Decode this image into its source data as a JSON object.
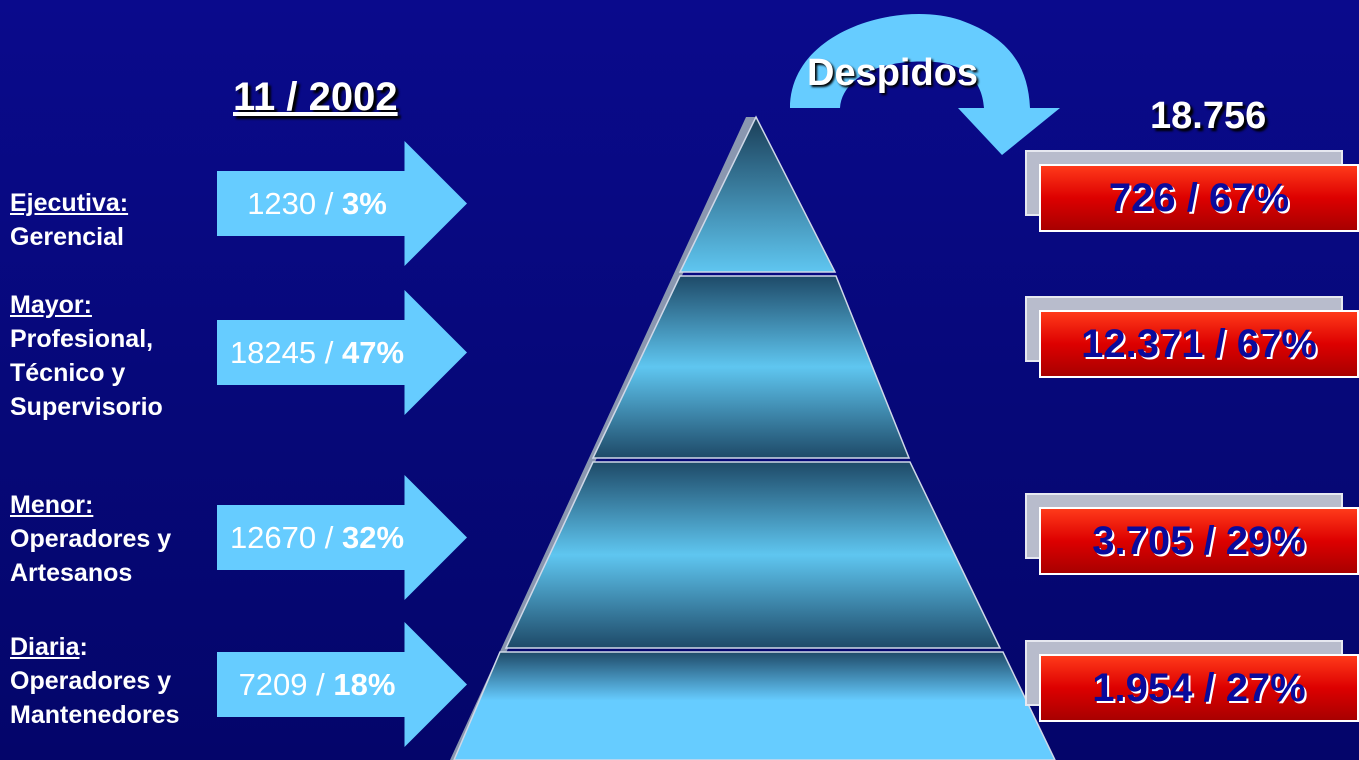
{
  "header": {
    "date": "11 / 2002",
    "total": "18.756",
    "despidos": "Despidos"
  },
  "categories": [
    {
      "head": "Ejecutiva:",
      "lines": [
        "Gerencial"
      ],
      "value": "1230",
      "sep": " / ",
      "pct": "3%",
      "result": "726 / 67%"
    },
    {
      "head": "Mayor:",
      "lines": [
        "Profesional,",
        "Técnico y",
        "Supervisorio"
      ],
      "value": "18245",
      "sep": " / ",
      "pct": "47%",
      "result": "12.371 / 67%"
    },
    {
      "head": "Menor:",
      "lines": [
        "Operadores y",
        "Artesanos"
      ],
      "value": "12670",
      "sep": " / ",
      "pct": "32%",
      "result": "3.705 / 29%"
    },
    {
      "head": "Diaria",
      "head_suffix": ":",
      "lines": [
        "Operadores y",
        "Mantenedores"
      ],
      "value": "7209",
      "sep": " / ",
      "pct": "18%",
      "result": "1.954 / 27%"
    }
  ],
  "colors": {
    "background": "#08087e",
    "arrow": "#66ccff",
    "card": "#dd0000",
    "pyramid_light": "#66ccff",
    "pyramid_dark": "#1e4e6e"
  }
}
